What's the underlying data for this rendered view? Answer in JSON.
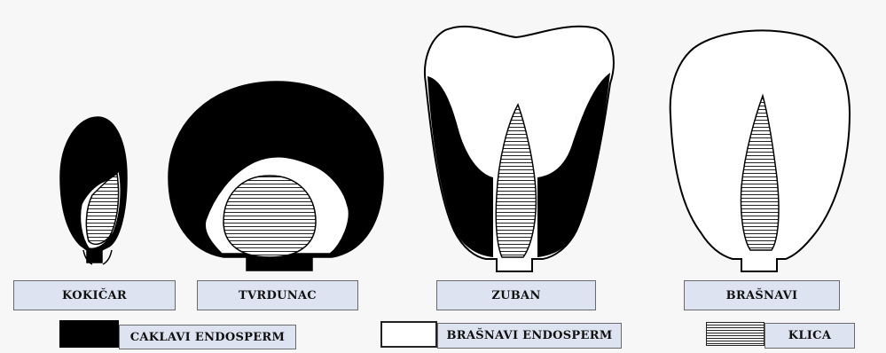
{
  "kernels": [
    {
      "label": "KOKIČAR"
    },
    {
      "label": "TVRDUNAC"
    },
    {
      "label": "ZUBAN"
    },
    {
      "label": "BRAŠNAVI"
    }
  ],
  "legend": [
    {
      "label": "CAKLAVI ENDOSPERM",
      "swatch": "black"
    },
    {
      "label": "BRAŠNAVI ENDOSPERM",
      "swatch": "white"
    },
    {
      "label": "KLICA",
      "swatch": "striped"
    }
  ],
  "colors": {
    "label_background": "#dde3f0",
    "vitreous_endosperm": "#000000",
    "floury_endosperm": "#ffffff"
  }
}
